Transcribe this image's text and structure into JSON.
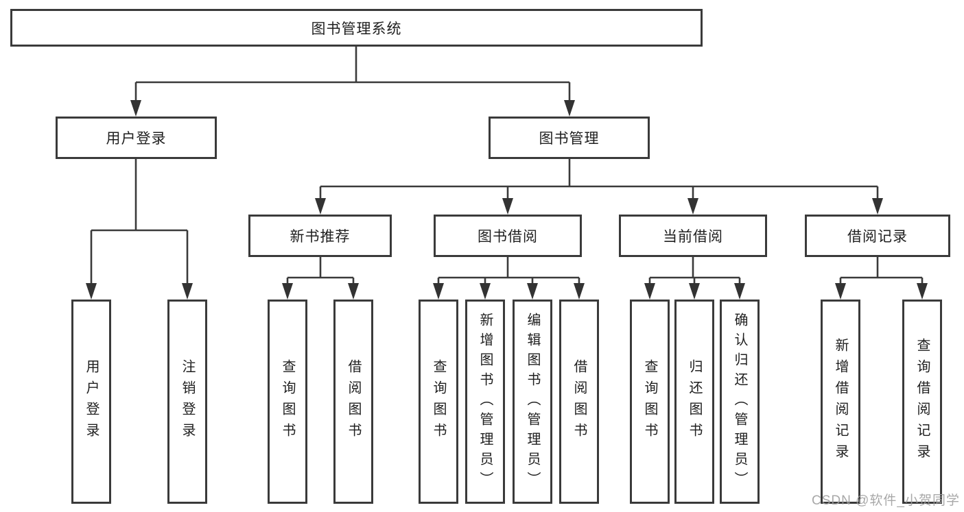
{
  "diagram": {
    "title": "图书管理系统",
    "colors": {
      "line": "#3a3a3a",
      "box_border": "#3a3a3a",
      "text": "#1f1f1f",
      "background": "#ffffff",
      "watermark": "#9e9e9e"
    },
    "root": {
      "label": "图书管理系统"
    },
    "level2": [
      {
        "label": "用户登录"
      },
      {
        "label": "图书管理"
      }
    ],
    "level3": [
      {
        "label": "新书推荐"
      },
      {
        "label": "图书借阅"
      },
      {
        "label": "当前借阅"
      },
      {
        "label": "借阅记录"
      }
    ],
    "leaves": {
      "user_login": [
        "用户登录",
        "注销登录"
      ],
      "new_book_recommend": [
        "查询图书",
        "借阅图书"
      ],
      "book_borrow": [
        "查询图书",
        "新增图书（管理员）",
        "编辑图书（管理员）",
        "借阅图书"
      ],
      "current_borrow": [
        "查询图书",
        "归还图书",
        "确认归还（管理员）"
      ],
      "borrow_records": [
        "新增借阅记录",
        "查询借阅记录"
      ]
    },
    "watermark": "CSDN @软件_小贺同学"
  }
}
